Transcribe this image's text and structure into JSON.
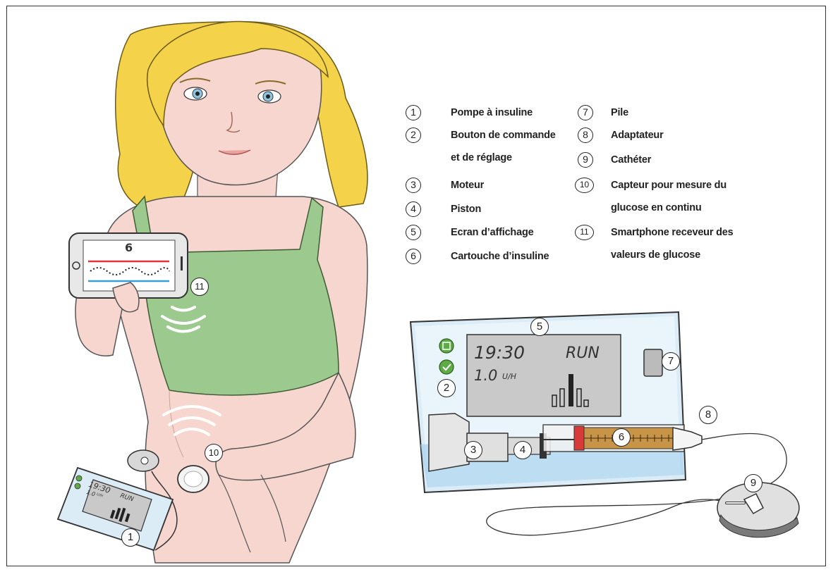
{
  "legend": {
    "items": [
      {
        "num": "1",
        "lines": [
          "Pompe à insuline"
        ]
      },
      {
        "num": "2",
        "lines": [
          "Bouton de commande",
          "et de réglage"
        ]
      },
      {
        "num": "3",
        "lines": [
          "Moteur"
        ]
      },
      {
        "num": "4",
        "lines": [
          "Piston"
        ]
      },
      {
        "num": "5",
        "lines": [
          "Ecran d’affichage"
        ]
      },
      {
        "num": "6",
        "lines": [
          "Cartouche d’insuline"
        ]
      },
      {
        "num": "7",
        "lines": [
          "Pile"
        ]
      },
      {
        "num": "8",
        "lines": [
          "Adaptateur"
        ]
      },
      {
        "num": "9",
        "lines": [
          "Cathéter"
        ]
      },
      {
        "num": "10",
        "lines": [
          "Capteur pour mesure du",
          "glucose en continu"
        ]
      },
      {
        "num": "11",
        "lines": [
          "Smartphone receveur des",
          "valeurs de glucose"
        ]
      }
    ]
  },
  "pump_screen": {
    "time": "19:30",
    "rate": "1.0",
    "rate_unit": "U/H",
    "status": "RUN"
  },
  "small_pump_screen": {
    "time": "19:30",
    "rate": "1.0",
    "rate_unit": "U/H",
    "status": "RUN"
  },
  "phone_screen": {
    "value": "6"
  },
  "callouts": {
    "pump": "1",
    "button": "2",
    "motor": "3",
    "piston": "4",
    "display": "5",
    "cartridge": "6",
    "battery": "7",
    "adapter": "8",
    "catheter": "9",
    "sensor": "10",
    "smartphone": "11"
  },
  "colors": {
    "skin": "#f7d6cf",
    "top": "#9cc98e",
    "hair": "#f4d24a",
    "pump_body": "#dcecf7",
    "screen": "#c9c9c9",
    "insulin": "#c89447",
    "button_green": "#5cab45",
    "graph_red": "#e1343a",
    "graph_blue": "#35a0d8"
  }
}
